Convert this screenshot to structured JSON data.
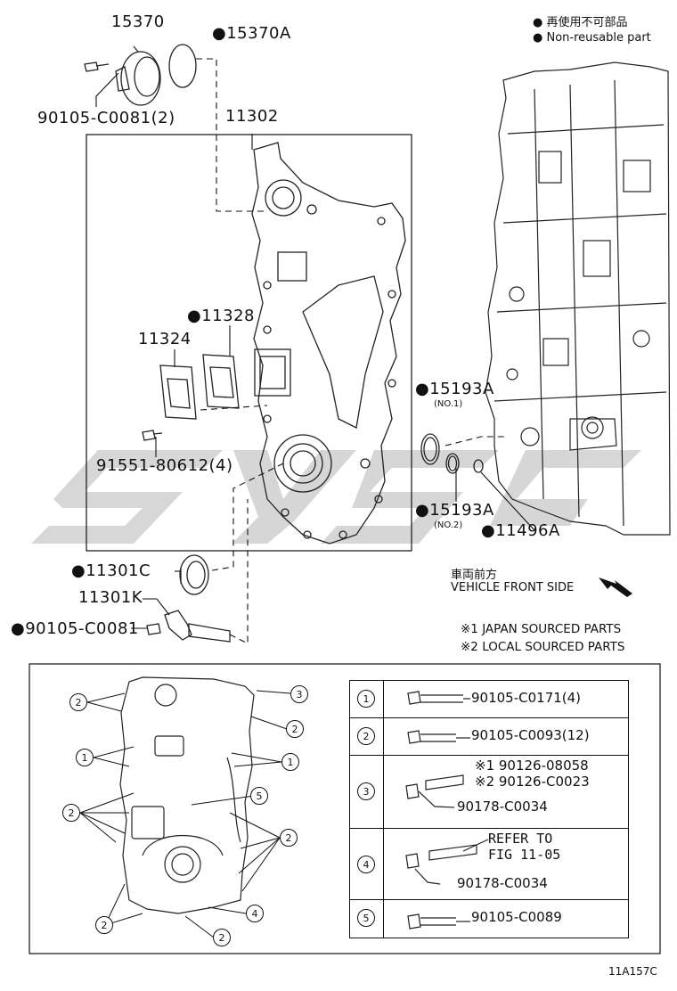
{
  "legend": {
    "jp": "再使用不可部品",
    "en": "Non-reusable part"
  },
  "parts": {
    "p15370": "15370",
    "p15370A": "15370A",
    "p90105_c0081_2": "90105-C0081(2)",
    "p11302": "11302",
    "p11328": "11328",
    "p11324": "11324",
    "p91551": "91551-80612(4)",
    "p15193A_1": "15193A",
    "p15193A_1_note": "(NO.1)",
    "p15193A_2": "15193A",
    "p15193A_2_note": "(NO.2)",
    "p11496A": "11496A",
    "p11301C": "11301C",
    "p11301K": "11301K",
    "p90105_c0081": "90105-C0081"
  },
  "direction": {
    "jp": "車両前方",
    "en": "VEHICLE FRONT SIDE"
  },
  "notes": {
    "n1": "※1 JAPAN SOURCED PARTS",
    "n2": "※2 LOCAL SOURCED PARTS"
  },
  "bolt_table": [
    {
      "num": "1",
      "lines": [
        "90105-C0171(4)"
      ]
    },
    {
      "num": "2",
      "lines": [
        "90105-C0093(12)"
      ]
    },
    {
      "num": "3",
      "lines": [
        "※1 90126-08058",
        "※2 90126-C0023",
        "90178-C0034"
      ]
    },
    {
      "num": "4",
      "lines": [
        "REFER TO",
        "FIG 11-05",
        "90178-C0034"
      ]
    },
    {
      "num": "5",
      "lines": [
        "90105-C0089"
      ]
    }
  ],
  "callouts": [
    "1",
    "2",
    "3",
    "4",
    "5"
  ],
  "figure_id": "11A157C",
  "icons": {
    "bullet": "filled-circle-icon",
    "arrow": "front-arrow-icon"
  }
}
